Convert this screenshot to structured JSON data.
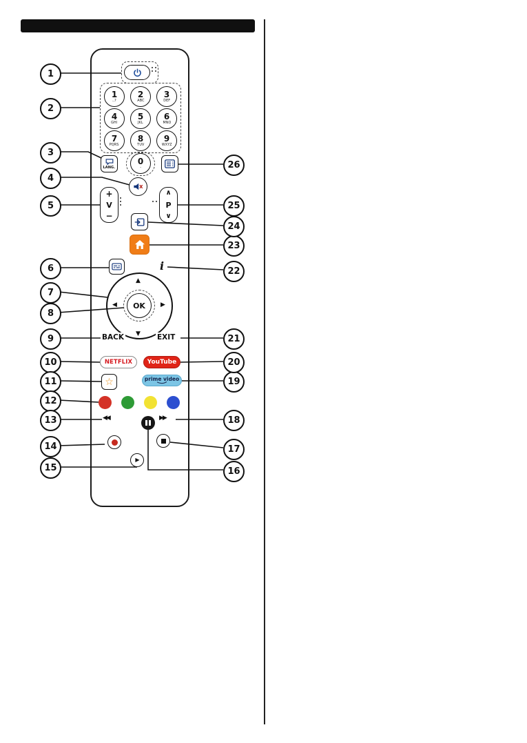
{
  "callouts": [
    "1",
    "2",
    "3",
    "4",
    "5",
    "6",
    "7",
    "8",
    "9",
    "10",
    "11",
    "12",
    "13",
    "14",
    "15",
    "16",
    "17",
    "18",
    "19",
    "20",
    "21",
    "22",
    "23",
    "24",
    "25",
    "26"
  ],
  "keys": [
    {
      "digit": "1",
      "letters": ".,?"
    },
    {
      "digit": "2",
      "letters": "ABC"
    },
    {
      "digit": "3",
      "letters": "DEF"
    },
    {
      "digit": "4",
      "letters": "GHI"
    },
    {
      "digit": "5",
      "letters": "JKL"
    },
    {
      "digit": "6",
      "letters": "MNO"
    },
    {
      "digit": "7",
      "letters": "PQRS"
    },
    {
      "digit": "8",
      "letters": "TUV"
    },
    {
      "digit": "9",
      "letters": "WXYZ"
    },
    {
      "digit": "0",
      "letters": "-"
    }
  ],
  "buttons": {
    "lang": "LANG.",
    "volume": "V",
    "program": "P",
    "ok": "OK",
    "back": "BACK",
    "exit": "EXIT",
    "netflix": "NETFLIX",
    "youtube": "YouTube",
    "prime_video": "prime video"
  },
  "glyphs": {
    "volume_plus": "+",
    "volume_minus": "−",
    "program_up": "∧",
    "program_down": "∨",
    "dpad_up": "▲",
    "dpad_down": "▼",
    "dpad_left": "◀",
    "dpad_right": "▶",
    "rewind": "◀◀",
    "fast_forward": "▶▶",
    "play": "▶",
    "star": "☆",
    "info": "i"
  },
  "colors": {
    "icon_blue": "#13357a",
    "home_button_orange": "#f07d17",
    "netflix_red": "#d6191f",
    "youtube_red": "#e02417",
    "prime_video_blue": "#7cc5e5",
    "color_key_red": "#d43227",
    "color_key_green": "#2e9b36",
    "color_key_yellow": "#f2e233",
    "color_key_blue": "#2c4fd0",
    "record_red": "#c62a1f"
  }
}
